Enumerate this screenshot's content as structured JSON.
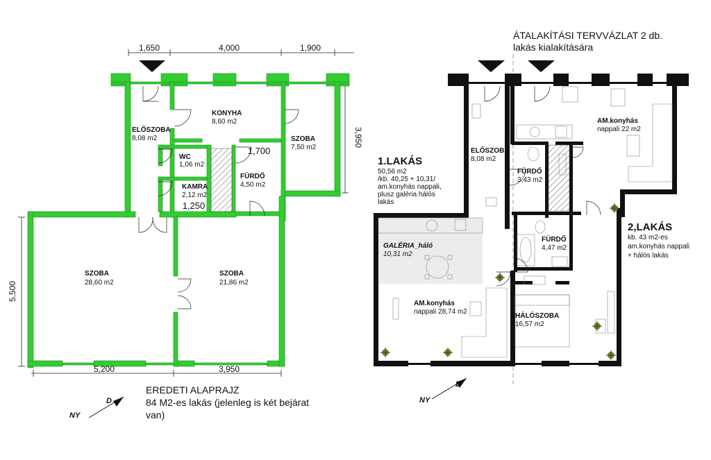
{
  "colors": {
    "original_wall": "#33cc33",
    "new_wall": "#111111",
    "hatch": "#777777",
    "plant": "#6b8e23"
  },
  "left_plan": {
    "dimensions": {
      "top": [
        "1,650",
        "4,000",
        "1,900"
      ],
      "right": "3,950",
      "left": "5,500",
      "bottom": [
        "5,200",
        "3,950"
      ],
      "inner_1": "1,700",
      "inner_2": "1,250"
    },
    "rooms": {
      "eloszoba": {
        "name": "ELŐSZOBA",
        "area": "8,08 m2"
      },
      "konyha": {
        "name": "KONYHA",
        "area": "8,60 m2"
      },
      "szoba_small": {
        "name": "SZOBA",
        "area": "7,50 m2"
      },
      "wc": {
        "name": "WC",
        "area": "1,06 m2"
      },
      "kamra": {
        "name": "KAMRA",
        "area": "2,12 m2"
      },
      "furdo": {
        "name": "FÜRDŐ",
        "area": "4,50 m2"
      },
      "szoba_left": {
        "name": "SZOBA",
        "area": "28,60 m2"
      },
      "szoba_right": {
        "name": "SZOBA",
        "area": "21,86 m2"
      }
    },
    "caption": [
      "EREDETI ALAPRAJZ",
      "84 M2-es lakás (jelenleg is két bejárat",
      "van)"
    ],
    "compass": {
      "d": "D",
      "ny": "NY"
    }
  },
  "right_plan": {
    "title": [
      "ÁTALAKÍTÁSI TERVVÁZLAT 2 db.",
      "lakás kialakítására"
    ],
    "lakas1": {
      "heading": "1.LAKÁS",
      "lines": [
        "50,56 m2",
        "/kb. 40,25 + 10,31/",
        "am.konyhás nappali,",
        "plusz galéria hálós",
        "lakás"
      ]
    },
    "lakas2": {
      "heading": "2,LAKÁS",
      "lines": [
        "kb. 43 m2-es",
        "am.konyhás nappali",
        "+ hálós lakás"
      ]
    },
    "rooms": {
      "eloszoba": {
        "name": "ELŐSZOBA",
        "area": "8,08 m2"
      },
      "furdo_1": {
        "name": "FÜRDŐ",
        "area": "3,43 m2"
      },
      "furdo_2": {
        "name": "FÜRDŐ",
        "area": "4,47 m2"
      },
      "am_konyhas_22": {
        "name": "AM.konyhás",
        "name2": "nappali 22 m2"
      },
      "galeria": {
        "name": "GALÉRIA_háló",
        "area": "10,31 m2"
      },
      "am_konyhas_2874": {
        "name": "AM.konyhás",
        "name2": "nappali 28,74 m2"
      },
      "haloszoba": {
        "name": "HÁLÓSZOBA",
        "area": "16,57 m2"
      }
    },
    "compass": {
      "d": "D",
      "ny": "NY"
    }
  }
}
